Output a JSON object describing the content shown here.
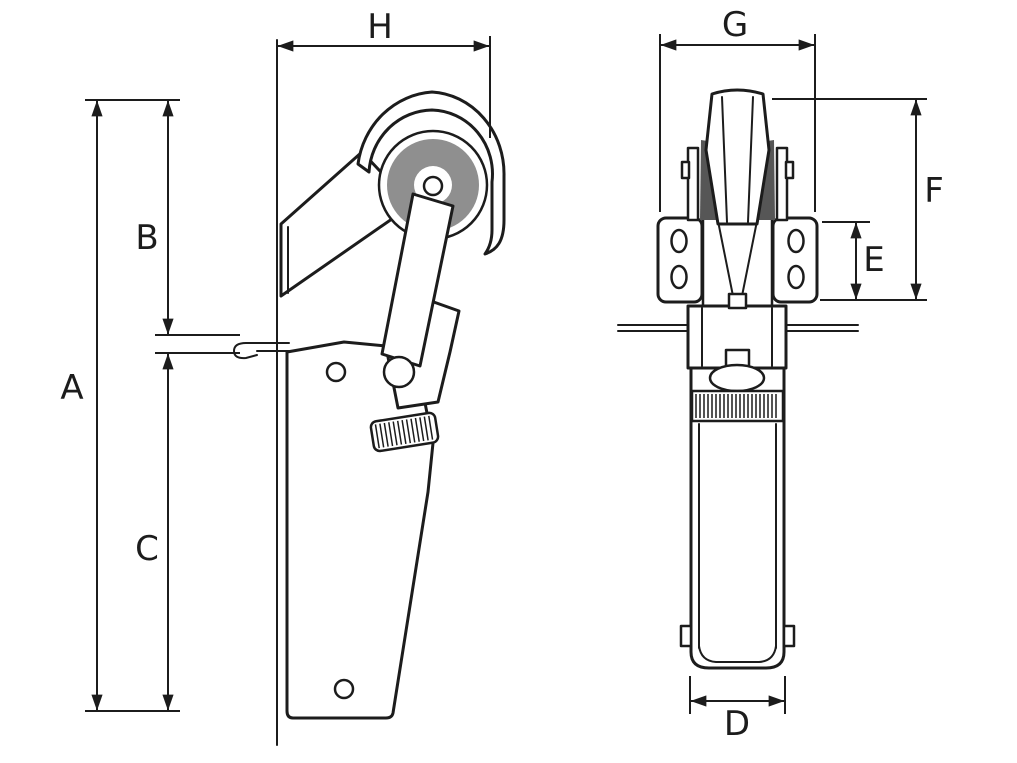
{
  "colors": {
    "background": "#ffffff",
    "line": "#1c1c1c",
    "roller_gray": "#8f8f8f",
    "pad_gray": "#565656"
  },
  "labels": {
    "A": "A",
    "B": "B",
    "C": "C",
    "D": "D",
    "E": "E",
    "F": "F",
    "G": "G",
    "H": "H"
  }
}
